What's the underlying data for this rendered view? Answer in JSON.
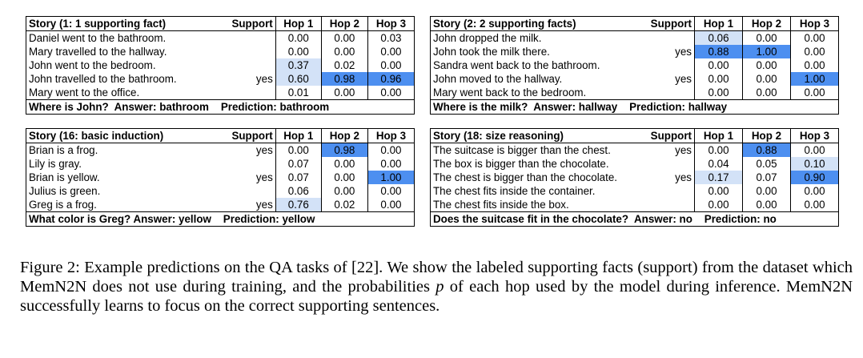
{
  "colors": {
    "highlight_strong": "#4d8ff0",
    "highlight_light": "#d3e2f7"
  },
  "headers": {
    "support": "Support",
    "hops": [
      "Hop 1",
      "Hop 2",
      "Hop 3"
    ]
  },
  "panels": [
    {
      "title": "Story (1: 1 supporting fact)",
      "rows": [
        {
          "text": "Daniel went to the bathroom.",
          "support": "",
          "hops": [
            "0.00",
            "0.00",
            "0.03"
          ],
          "shade": [
            "",
            "",
            ""
          ]
        },
        {
          "text": "Mary travelled to the hallway.",
          "support": "",
          "hops": [
            "0.00",
            "0.00",
            "0.00"
          ],
          "shade": [
            "",
            "",
            ""
          ]
        },
        {
          "text": "John went to the bedroom.",
          "support": "",
          "hops": [
            "0.37",
            "0.02",
            "0.00"
          ],
          "shade": [
            "light",
            "",
            ""
          ]
        },
        {
          "text": "John travelled to the bathroom.",
          "support": "yes",
          "hops": [
            "0.60",
            "0.98",
            "0.96"
          ],
          "shade": [
            "light",
            "strong",
            "strong"
          ]
        },
        {
          "text": "Mary went to the office.",
          "support": "",
          "hops": [
            "0.01",
            "0.00",
            "0.00"
          ],
          "shade": [
            "",
            "",
            ""
          ]
        }
      ],
      "question": "Where is John?  Answer: bathroom    Prediction: bathroom"
    },
    {
      "title": "Story (2: 2 supporting facts)",
      "rows": [
        {
          "text": "John dropped the milk.",
          "support": "",
          "hops": [
            "0.06",
            "0.00",
            "0.00"
          ],
          "shade": [
            "light",
            "",
            ""
          ]
        },
        {
          "text": "John took the milk there.",
          "support": "yes",
          "hops": [
            "0.88",
            "1.00",
            "0.00"
          ],
          "shade": [
            "strong",
            "strong",
            ""
          ]
        },
        {
          "text": "Sandra went back to the bathroom.",
          "support": "",
          "hops": [
            "0.00",
            "0.00",
            "0.00"
          ],
          "shade": [
            "",
            "",
            ""
          ]
        },
        {
          "text": "John moved to the hallway.",
          "support": "yes",
          "hops": [
            "0.00",
            "0.00",
            "1.00"
          ],
          "shade": [
            "",
            "",
            "strong"
          ]
        },
        {
          "text": "Mary went back to the bedroom.",
          "support": "",
          "hops": [
            "0.00",
            "0.00",
            "0.00"
          ],
          "shade": [
            "",
            "",
            ""
          ]
        }
      ],
      "question": "Where is the milk?  Answer: hallway    Prediction: hallway"
    },
    {
      "title": "Story (16: basic induction)",
      "rows": [
        {
          "text": "Brian is a frog.",
          "support": "yes",
          "hops": [
            "0.00",
            "0.98",
            "0.00"
          ],
          "shade": [
            "",
            "strong",
            ""
          ]
        },
        {
          "text": "Lily is gray.",
          "support": "",
          "hops": [
            "0.07",
            "0.00",
            "0.00"
          ],
          "shade": [
            "",
            "",
            ""
          ]
        },
        {
          "text": "Brian is yellow.",
          "support": "yes",
          "hops": [
            "0.07",
            "0.00",
            "1.00"
          ],
          "shade": [
            "",
            "",
            "strong"
          ]
        },
        {
          "text": "Julius is green.",
          "support": "",
          "hops": [
            "0.06",
            "0.00",
            "0.00"
          ],
          "shade": [
            "",
            "",
            ""
          ]
        },
        {
          "text": "Greg is a frog.",
          "support": "yes",
          "hops": [
            "0.76",
            "0.02",
            "0.00"
          ],
          "shade": [
            "light",
            "",
            ""
          ]
        }
      ],
      "question": "What color is Greg? Answer: yellow    Prediction: yellow"
    },
    {
      "title": "Story (18: size reasoning)",
      "rows": [
        {
          "text": "The suitcase is bigger than the chest.",
          "support": "yes",
          "hops": [
            "0.00",
            "0.88",
            "0.00"
          ],
          "shade": [
            "",
            "strong",
            ""
          ]
        },
        {
          "text": "The box is bigger than the chocolate.",
          "support": "",
          "hops": [
            "0.04",
            "0.05",
            "0.10"
          ],
          "shade": [
            "",
            "",
            "light"
          ]
        },
        {
          "text": "The chest is bigger than the chocolate.",
          "support": "yes",
          "hops": [
            "0.17",
            "0.07",
            "0.90"
          ],
          "shade": [
            "light",
            "",
            "strong"
          ]
        },
        {
          "text": "The chest fits inside the container.",
          "support": "",
          "hops": [
            "0.00",
            "0.00",
            "0.00"
          ],
          "shade": [
            "",
            "",
            ""
          ]
        },
        {
          "text": "The chest fits inside the box.",
          "support": "",
          "hops": [
            "0.00",
            "0.00",
            "0.00"
          ],
          "shade": [
            "",
            "",
            ""
          ]
        }
      ],
      "question": "Does the suitcase fit in the chocolate?  Answer: no    Prediction: no"
    }
  ],
  "caption": {
    "figure_label": "Figure 2:",
    "text_before_p": "Example predictions on the QA tasks of [22]. We show the labeled supporting facts (support) from the dataset which MemN2N does not use during training, and the probabilities",
    "p_symbol": "p",
    "text_after_p": "of each hop used by the model during inference. MemN2N successfully learns to focus on the correct supporting sentences."
  }
}
